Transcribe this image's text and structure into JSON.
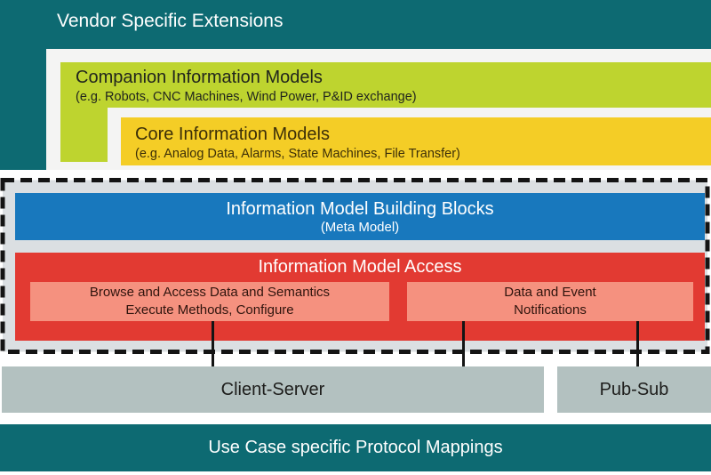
{
  "palette": {
    "teal": "#0d6a72",
    "yellow_green": "#bed42f",
    "yellow": "#f4cd26",
    "blue": "#1878bd",
    "red": "#e23a32",
    "salmon": "#f5917f",
    "gray": "#b3c1c0",
    "panel_background": "#dbdfe2",
    "dash_black": "#141414",
    "white": "#ffffff"
  },
  "layers": {
    "vendor": {
      "label": "Vendor Specific Extensions"
    },
    "companion": {
      "title": "Companion Information Models",
      "subtitle": "(e.g. Robots, CNC Machines, Wind Power, P&ID exchange)"
    },
    "core": {
      "title": "Core Information Models",
      "subtitle": "(e.g. Analog Data, Alarms, State Machines, File Transfer)"
    },
    "building_blocks": {
      "title": "Information Model Building Blocks",
      "subtitle": "(Meta Model)"
    },
    "model_access": {
      "title": "Information Model Access",
      "browse": {
        "line1": "Browse and Access Data and Semantics",
        "line2": "Execute Methods, Configure"
      },
      "notifications": {
        "line1": "Data and Event",
        "line2": "Notifications"
      }
    },
    "transport": {
      "client_server": "Client-Server",
      "pub_sub": "Pub-Sub"
    },
    "protocol": {
      "label": "Use Case specific Protocol Mappings"
    }
  }
}
